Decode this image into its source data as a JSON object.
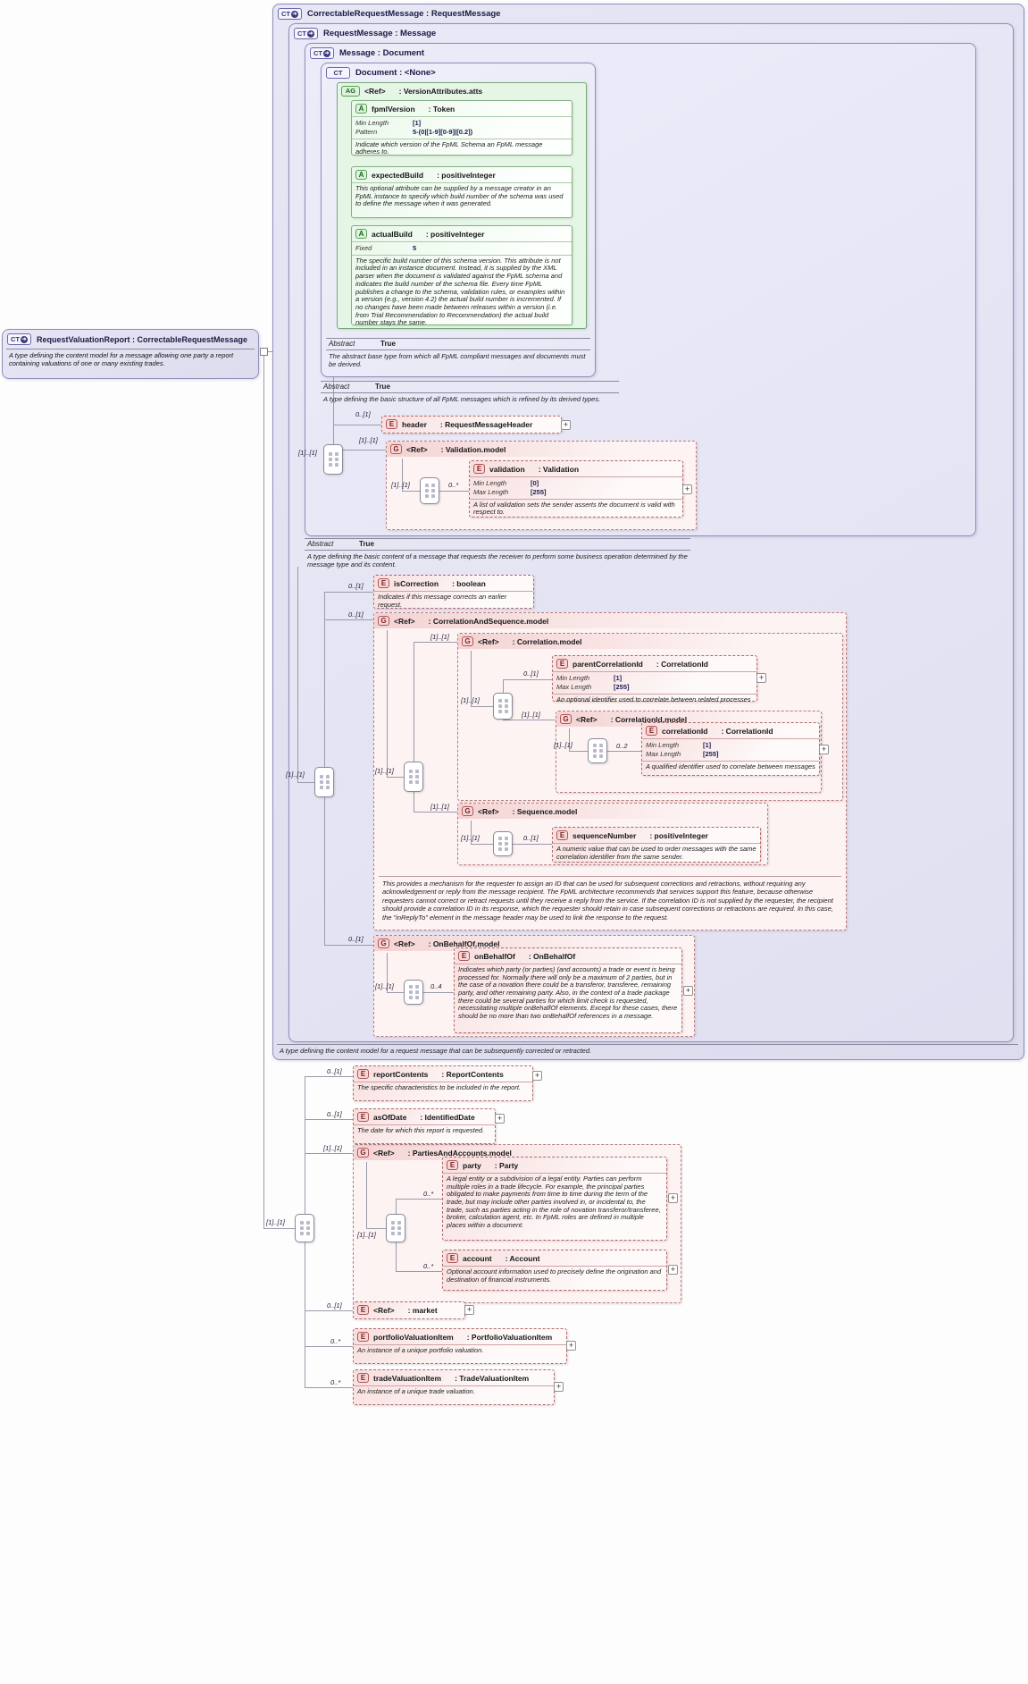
{
  "icons": {
    "ct": "CT",
    "deriv": "➔",
    "ag": "AG",
    "a": "A",
    "e": "E",
    "g": "G",
    "plus": "+"
  },
  "cards": {
    "req": "[1]..[1]",
    "opt": "0..[1]",
    "many": "0..*",
    "zero2": "0..2",
    "zero4": "0..4"
  },
  "abstract": {
    "label": "Abstract",
    "value": "True"
  },
  "nodes": {
    "root": {
      "title": "RequestValuationReport : CorrectableRequestMessage",
      "desc": "A type defining the content model for a message allowing one party a report containing valuations of one or many existing trades."
    },
    "correctable": {
      "title": "CorrectableRequestMessage : RequestMessage",
      "desc": "A type defining the content model for a request message that can be subsequently corrected or retracted."
    },
    "request_message": {
      "title": "RequestMessage : Message",
      "desc": "A type defining the basic content of a message that requests the receiver to perform some business operation determined by the message type and its content."
    },
    "message": {
      "title": "Message : Document",
      "desc": "A type defining the basic structure of all FpML messages which is refined by its derived types."
    },
    "document": {
      "title": "Document : <None>",
      "desc": "The abstract base type from which all FpML compliant messages and documents must be derived."
    },
    "version_attributes": {
      "ref": "<Ref>",
      "type": ": VersionAttributes.atts"
    },
    "fpml_version": {
      "name": "fpmlVersion",
      "type": ": Token",
      "facets": [
        {
          "label": "Min Length",
          "value": "[1]"
        },
        {
          "label": "Pattern",
          "value": "5-(0|[1-9][0-9]|[0.2])"
        }
      ],
      "desc": "Indicate which version of the FpML Schema an FpML message adheres to."
    },
    "expected_build": {
      "name": "expectedBuild",
      "type": ": positiveInteger",
      "desc": "This optional attribute can be supplied by a message creator in an FpML instance to specify which build number of the schema was used to define the message when it was generated."
    },
    "actual_build": {
      "name": "actualBuild",
      "type": ": positiveInteger",
      "facets": [
        {
          "label": "Fixed",
          "value": "5"
        }
      ],
      "desc": "The specific build number of this schema version. This attribute is not included in an instance document. Instead, it is supplied by the XML parser when the document is validated against the FpML schema and indicates the build number of the schema file. Every time FpML publishes a change to the schema, validation rules, or examples within a version (e.g., version 4.2) the actual build number is incremented. If no changes have been made between releases within a version (i.e. from Trial Recommendation to Recommendation) the actual build number stays the same."
    },
    "header": {
      "name": "header",
      "type": ": RequestMessageHeader"
    },
    "validation_model": {
      "ref": "<Ref>",
      "type": ": Validation.model"
    },
    "validation": {
      "name": "validation",
      "type": ": Validation",
      "facets": [
        {
          "label": "Min Length",
          "value": "[0]"
        },
        {
          "label": "Max Length",
          "value": "[255]"
        }
      ],
      "desc": "A list of validation sets the sender asserts the document is valid with respect to."
    },
    "is_correction": {
      "name": "isCorrection",
      "type": ": boolean",
      "desc": "Indicates if this message corrects an earlier request."
    },
    "correlation_and_sequence": {
      "ref": "<Ref>",
      "type": ": CorrelationAndSequence.model",
      "desc": "This provides a mechanism for the requester to assign an ID that can be used for subsequent corrections and retractions, without requiring any acknowledgement or reply from the message recipient. The FpML architecture recommends that services support this feature, because otherwise requesters cannot correct or retract requests until they receive a reply from the service. If the correlation ID is not supplied by the requester, the recipient should provide a correlation ID in its response, which the requester should retain in case subsequent corrections or retractions are required. In this case, the \"inReplyTo\" element in the message header may be used to link the response to the request."
    },
    "correlation_model": {
      "ref": "<Ref>",
      "type": ": Correlation.model"
    },
    "parent_correlation_id": {
      "name": "parentCorrelationId",
      "type": ": CorrelationId",
      "facets": [
        {
          "label": "Min Length",
          "value": "[1]"
        },
        {
          "label": "Max Length",
          "value": "[255]"
        }
      ],
      "desc": "An optional identifier used to correlate between related processes"
    },
    "correlation_id_model": {
      "ref": "<Ref>",
      "type": ": CorrelationId.model"
    },
    "correlation_id": {
      "name": "correlationId",
      "type": ": CorrelationId",
      "facets": [
        {
          "label": "Min Length",
          "value": "[1]"
        },
        {
          "label": "Max Length",
          "value": "[255]"
        }
      ],
      "desc": "A qualified identifier used to correlate between messages"
    },
    "sequence_model": {
      "ref": "<Ref>",
      "type": ": Sequence.model"
    },
    "sequence_number": {
      "name": "sequenceNumber",
      "type": ": positiveInteger",
      "desc": "A numeric value that can be used to order messages with the same correlation identifier from the same sender."
    },
    "on_behalf_of_model": {
      "ref": "<Ref>",
      "type": ": OnBehalfOf.model"
    },
    "on_behalf_of": {
      "name": "onBehalfOf",
      "type": ": OnBehalfOf",
      "desc": "Indicates which party (or parties) (and accounts) a trade or event is being processed for. Normally there will only be a maximum of 2 parties, but in the case of a novation there could be a transferor, transferee, remaining party, and other remaining party. Also, in the context of a trade package there could be several parties for which limit check is requested, necessitating multiple onBehalfOf elements. Except for these cases, there should be no more than two onBehalfOf references in a message."
    },
    "report_contents": {
      "name": "reportContents",
      "type": ": ReportContents",
      "desc": "The specific characteristics to be included in the report."
    },
    "as_of_date": {
      "name": "asOfDate",
      "type": ": IdentifiedDate",
      "desc": "The date for which this report is requested."
    },
    "parties_and_accounts": {
      "ref": "<Ref>",
      "type": ": PartiesAndAccounts.model"
    },
    "party": {
      "name": "party",
      "type": ": Party",
      "desc": "A legal entity or a subdivision of a legal entity. Parties can perform multiple roles in a trade lifecycle. For example, the principal parties obligated to make payments from time to time during the term of the trade, but may include other parties involved in, or incidental to, the trade, such as parties acting in the role of novation transferor/transferee, broker, calculation agent, etc. In FpML roles are defined in multiple places within a document."
    },
    "account": {
      "name": "account",
      "type": ": Account",
      "desc": "Optional account information used to precisely define the origination and destination of financial instruments."
    },
    "market": {
      "name": "<Ref>",
      "type": ": market"
    },
    "portfolio_valuation_item": {
      "name": "portfolioValuationItem",
      "type": ": PortfolioValuationItem",
      "desc": "An instance of a unique portfolio valuation."
    },
    "trade_valuation_item": {
      "name": "tradeValuationItem",
      "type": ": TradeValuationItem",
      "desc": "An instance of a unique trade valuation."
    }
  }
}
